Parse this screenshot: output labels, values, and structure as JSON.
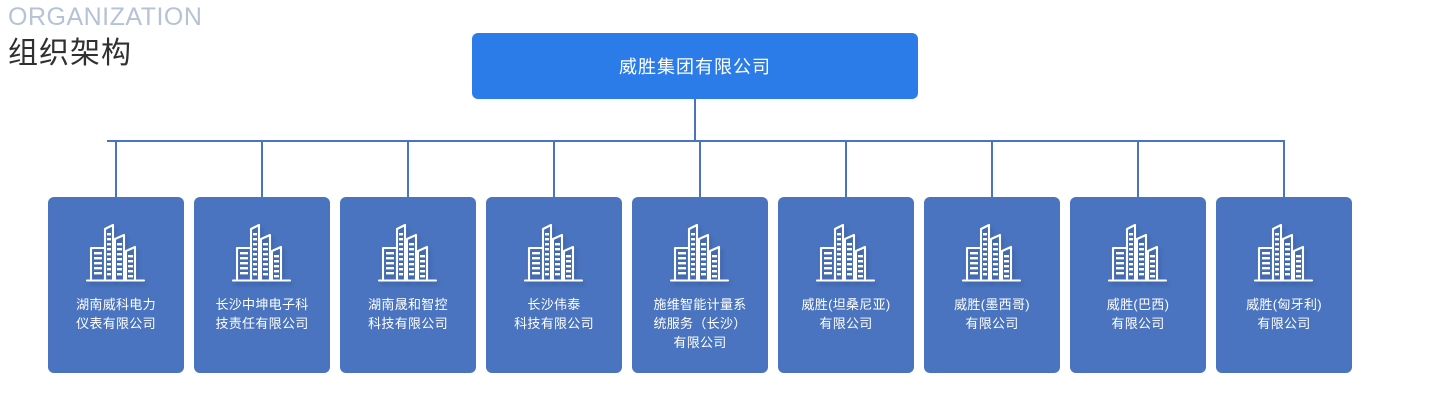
{
  "heading": {
    "eyebrow": "ORGANIZATION",
    "title": "组织架构"
  },
  "colors": {
    "root_node": "#2b7ce9",
    "child_card": "#4a74bf",
    "connector": "#4a74bf",
    "eyebrow_text": "#b6c2d6",
    "title_text": "#303030",
    "card_text": "#ffffff",
    "page_background": "#ffffff"
  },
  "root": {
    "label": "威胜集团有限公司"
  },
  "icon": {
    "name": "buildings-icon"
  },
  "children": [
    {
      "label": "湖南威科电力\n仪表有限公司"
    },
    {
      "label": "长沙中坤电子科\n技责任有限公司"
    },
    {
      "label": "湖南晟和智控\n科技有限公司"
    },
    {
      "label": "长沙伟泰\n科技有限公司"
    },
    {
      "label": "施维智能计量系\n统服务（长沙）\n有限公司"
    },
    {
      "label": "威胜(坦桑尼亚)\n有限公司"
    },
    {
      "label": "威胜(墨西哥)\n有限公司"
    },
    {
      "label": "威胜(巴西)\n有限公司"
    },
    {
      "label": "威胜(匈牙利)\n有限公司"
    }
  ]
}
